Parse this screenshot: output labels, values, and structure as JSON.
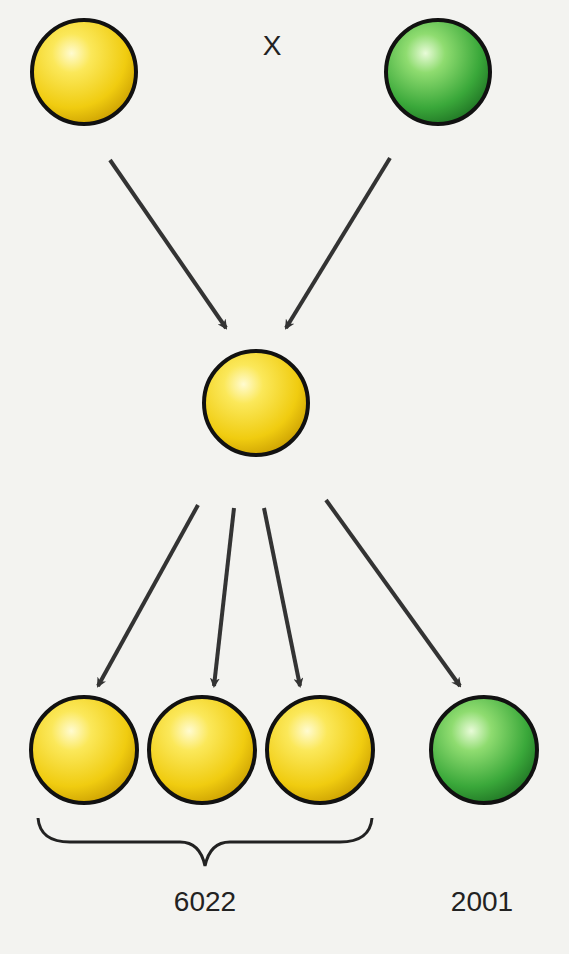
{
  "diagram": {
    "labels": [
      "X",
      "6022",
      "2001"
    ]
  }
}
